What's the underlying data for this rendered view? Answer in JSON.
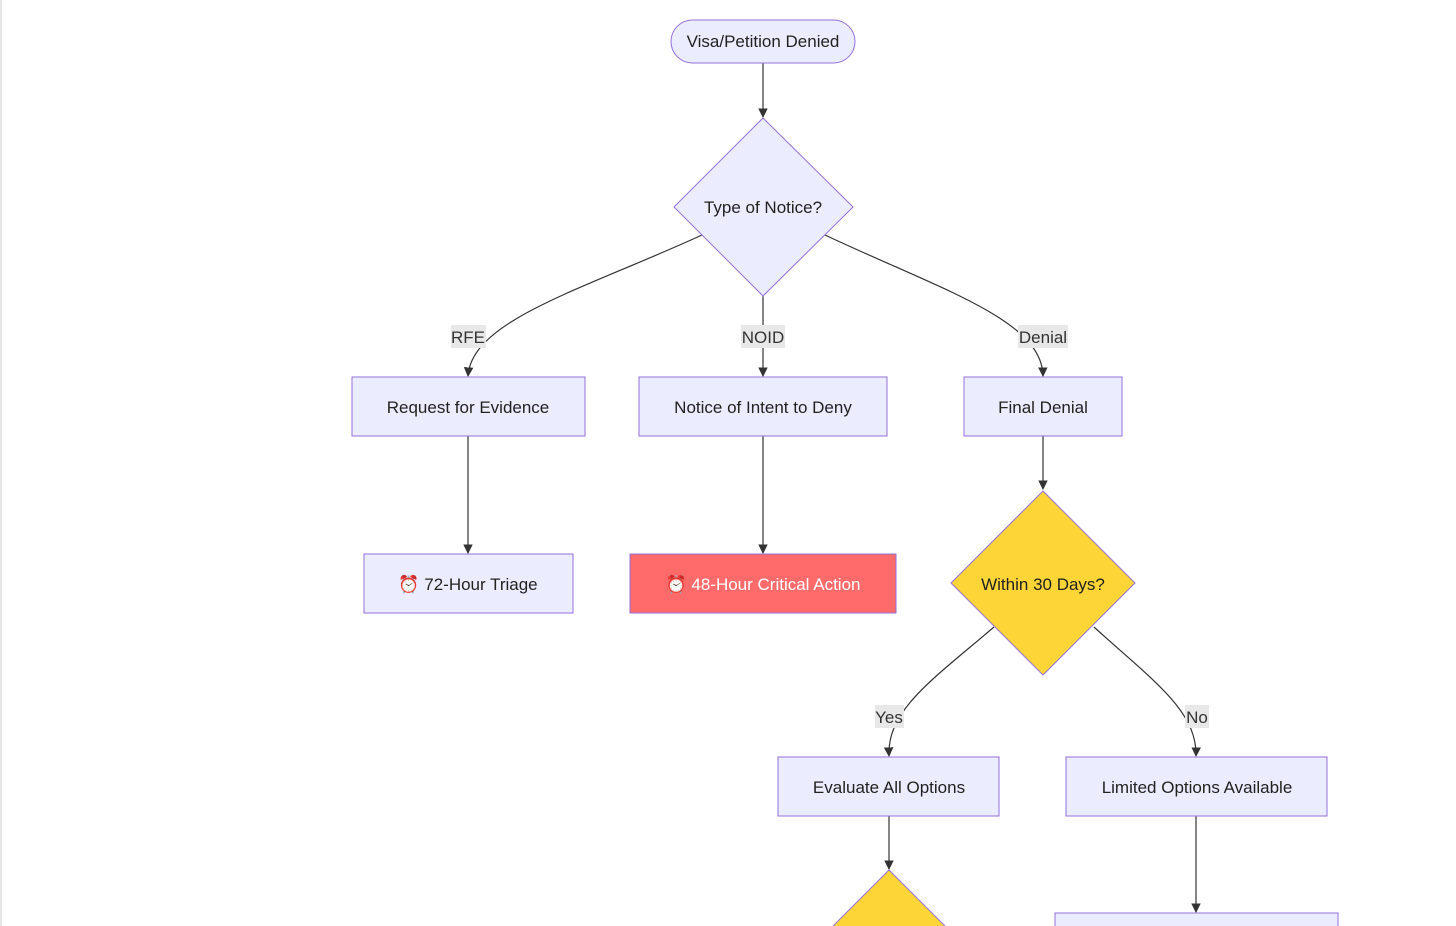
{
  "diagram": {
    "nodes": {
      "start": "Visa/Petition Denied",
      "type_decision": "Type of Notice?",
      "rfe": "Request for Evidence",
      "noid": "Notice of Intent to Deny",
      "final_denial": "Final Denial",
      "triage_72": "⏰ 72-Hour Triage",
      "critical_48": "⏰ 48-Hour Critical Action",
      "within_30": "Within 30 Days?",
      "evaluate": "Evaluate All Options",
      "limited": "Limited Options Available"
    },
    "edge_labels": {
      "rfe": "RFE",
      "noid": "NOID",
      "denial": "Denial",
      "yes": "Yes",
      "no": "No"
    },
    "colors": {
      "node_fill": "#ececff",
      "node_stroke": "#9370db",
      "critical_fill": "#ff6b6b",
      "decision_highlight": "#fdd537",
      "edge": "#333333"
    }
  }
}
